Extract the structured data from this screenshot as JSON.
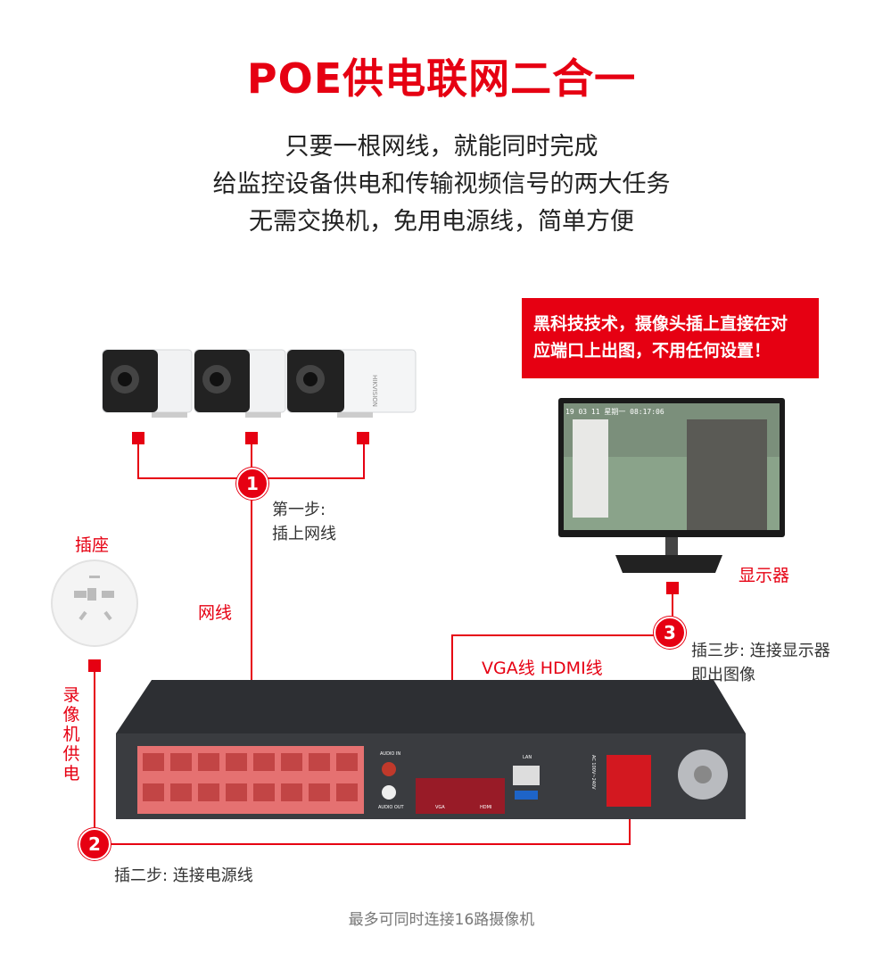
{
  "title": "POE供电联网二合一",
  "subtitle_lines": [
    "只要一根网线，就能同时完成",
    "给监控设备供电和传输视频信号的两大任务",
    "无需交换机，免用电源线，简单方便"
  ],
  "tech_box": {
    "line1": "黑科技技术，摄像头插上直接在对",
    "line2": "应端口上出图，不用任何设置！"
  },
  "labels": {
    "socket": "插座",
    "cable": "网线",
    "recorder_power": [
      "录",
      "像",
      "机",
      "供",
      "电"
    ],
    "vga_hdmi": "VGA线  HDMI线",
    "monitor": "显示器",
    "camera_brand": "HIKVISION"
  },
  "steps": [
    {
      "number": "1",
      "line1": "第一步:",
      "line2": "插上网线"
    },
    {
      "number": "2",
      "line1": "插二步: 连接电源线",
      "line2": ""
    },
    {
      "number": "3",
      "line1": "插三步: 连接显示器",
      "line2": "即出图像"
    }
  ],
  "nvr_panel": {
    "audio_in": "AUDIO IN",
    "audio_out": "AUDIO OUT",
    "vga": "VGA",
    "hdmi": "HDMI",
    "lan": "LAN",
    "power_rating": "AC 100V~240V"
  },
  "screen": {
    "osd": "19 03 11  星期一  08:17:06"
  },
  "footer": "最多可同时连接16路摄像机",
  "colors": {
    "accent": "#e60012",
    "nvr_body": "#2d2f33",
    "panel": "#c9cbcf"
  }
}
